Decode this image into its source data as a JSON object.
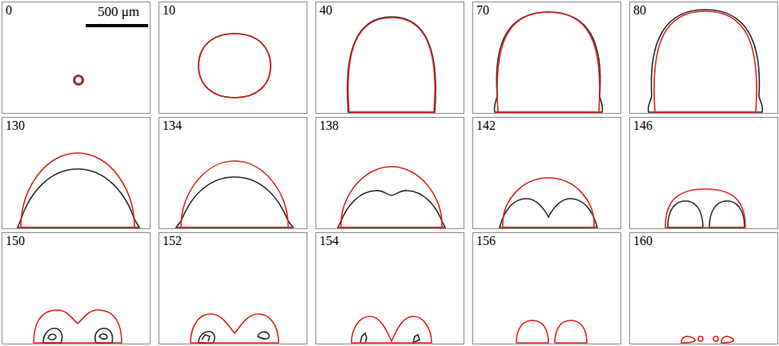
{
  "diagram": {
    "nodes": [
      {
        "text": [
          "0",
          "500 μm"
        ]
      },
      {
        "text": [
          "10"
        ]
      },
      {
        "text": [
          "40"
        ]
      },
      {
        "text": [
          "70"
        ]
      },
      {
        "text": [
          "80"
        ]
      },
      {
        "text": [
          "130"
        ]
      },
      {
        "text": [
          "134"
        ]
      },
      {
        "text": [
          "138"
        ]
      },
      {
        "text": [
          "142"
        ]
      },
      {
        "text": [
          "146"
        ]
      },
      {
        "text": [
          "150"
        ]
      },
      {
        "text": [
          "152"
        ]
      },
      {
        "text": [
          "154"
        ]
      },
      {
        "text": [
          "156"
        ]
      },
      {
        "text": [
          "160"
        ]
      }
    ]
  }
}
